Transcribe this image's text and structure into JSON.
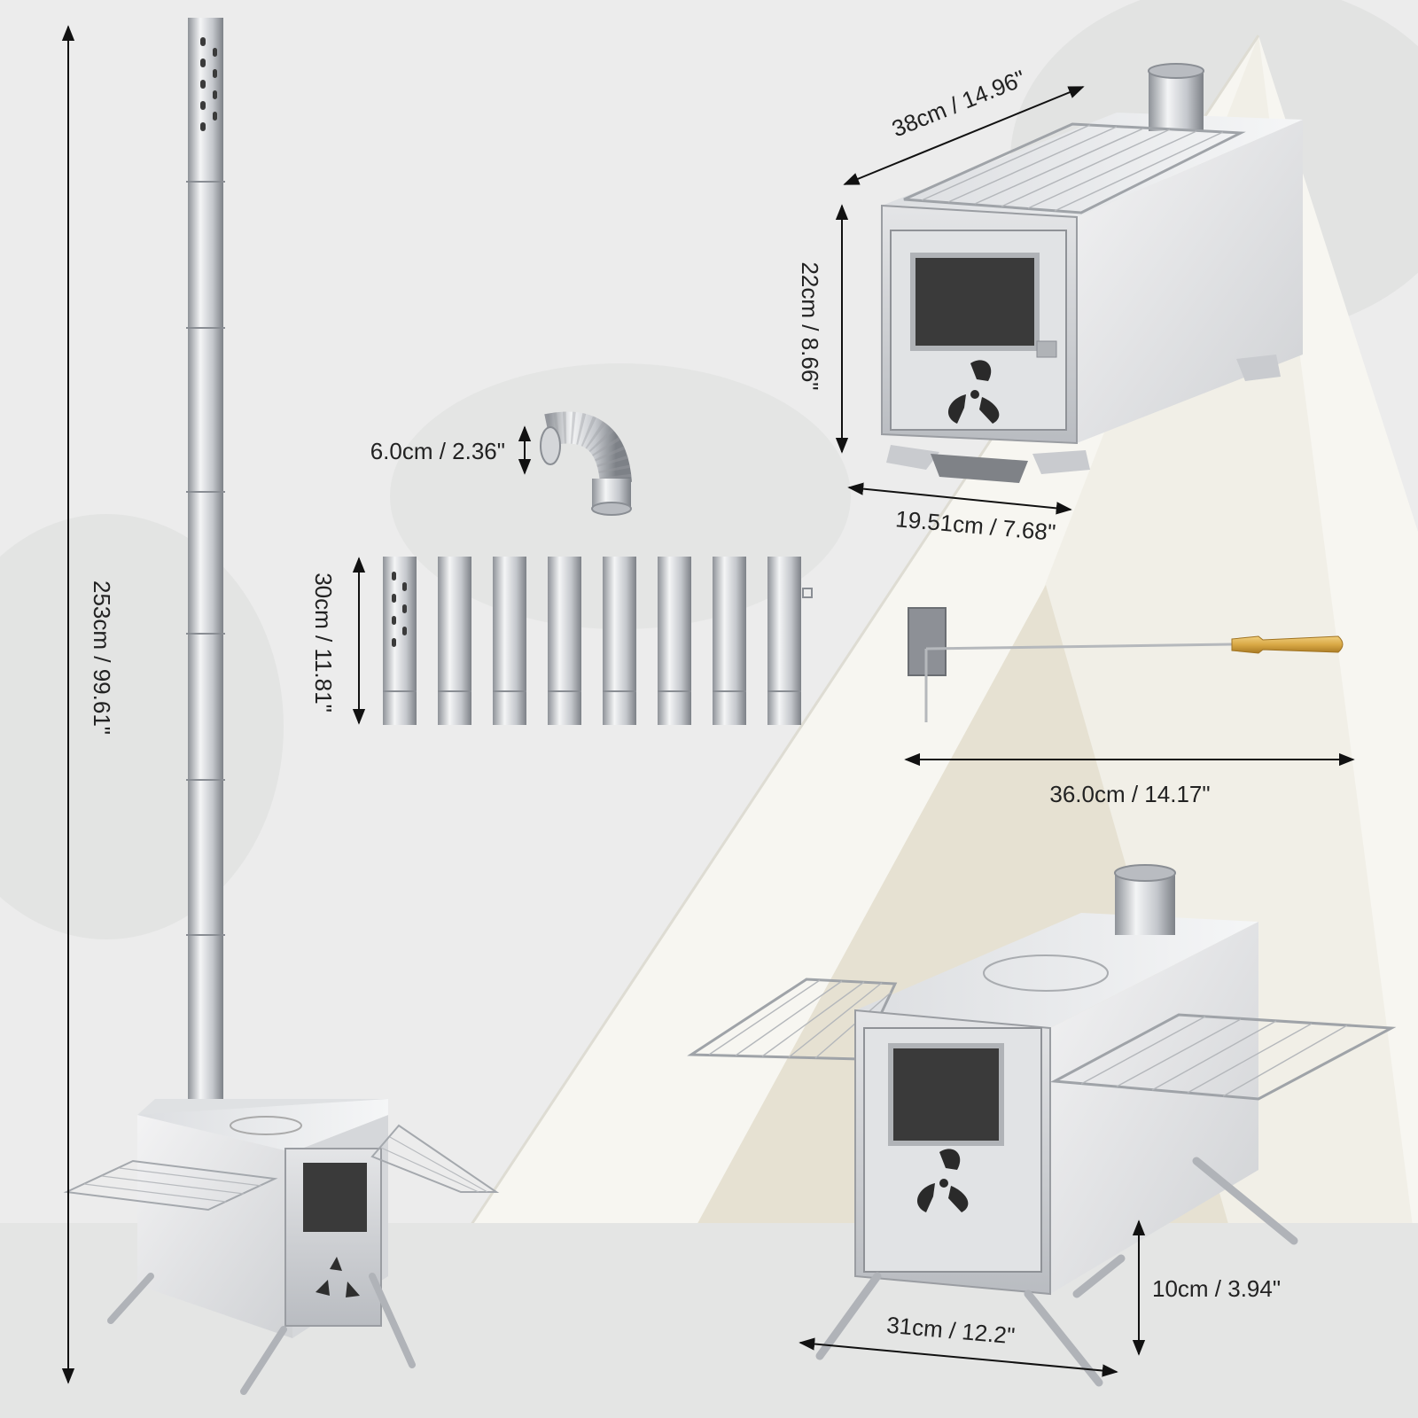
{
  "colors": {
    "background": "#ececec",
    "tent": "#f6f4ee",
    "steel_light": "#e9eaec",
    "steel_mid": "#c4c7cc",
    "steel_dark": "#8e9298",
    "glass": "#3a3a3a",
    "brass": "#d8a845",
    "dim_line": "#111111"
  },
  "dimensions": {
    "total_height": "253cm / 99.61\"",
    "elbow_diameter": "6.0cm / 2.36\"",
    "pipe_section_length": "30cm / 11.81\"",
    "stove_top_length": "38cm / 14.96\"",
    "stove_body_height": "22cm / 8.66\"",
    "stove_front_width": "19.51cm / 7.68\"",
    "poker_length": "36.0cm / 14.17\"",
    "leg_height": "10cm / 3.94\"",
    "leg_span": "31cm / 12.2\""
  },
  "components": {
    "pipe_sections_count": 8,
    "icons": [
      "chimney-pipe-icon",
      "elbow-pipe-icon",
      "pipe-section-icon",
      "stove-icon",
      "poker-icon",
      "shelf-rack-icon"
    ]
  }
}
